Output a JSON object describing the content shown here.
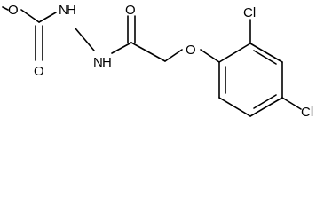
{
  "molecule": {
    "atoms": {
      "methyl_o": "O",
      "ester_o": "O",
      "nh_left": "N",
      "h_left": "H",
      "nh_right": "N",
      "h_right": "H",
      "amide_o": "O",
      "ether_o": "O",
      "cl_top": "Cl",
      "cl_bottom": "Cl"
    },
    "colors": {
      "bond": "#000000",
      "label": "#000000",
      "background": "#ffffff"
    }
  }
}
